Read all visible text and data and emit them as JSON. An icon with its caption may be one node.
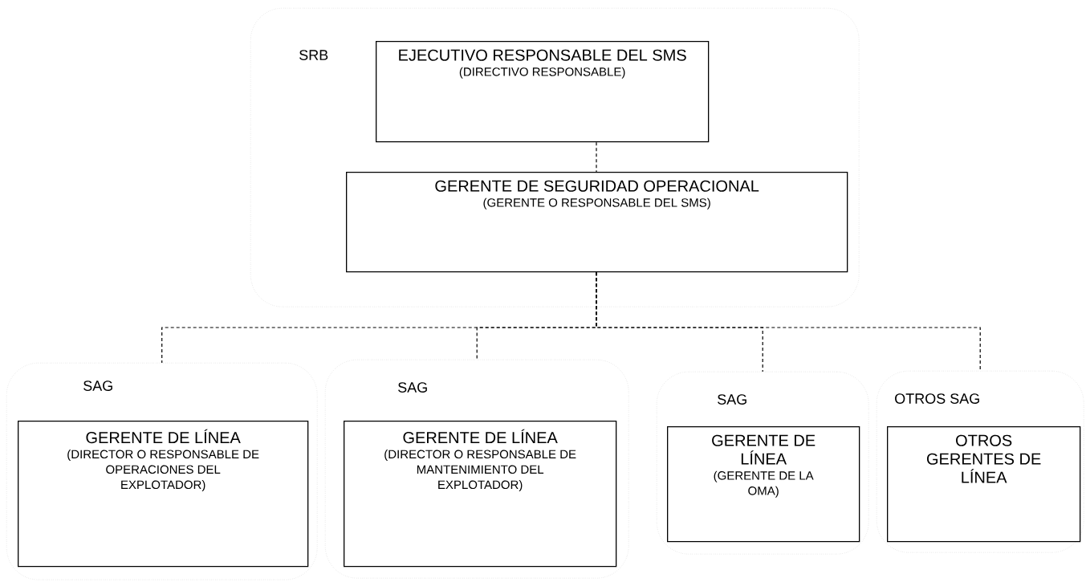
{
  "diagram": {
    "nodes": [
      {
        "text": [
          "SRB"
        ]
      },
      {
        "text": [
          "EJECUTIVO RESPONSABLE DEL SMS",
          "(DIRECTIVO RESPONSABLE)"
        ],
        "in": 0
      },
      {
        "text": [
          "GERENTE DE SEGURIDAD OPERACIONAL",
          "(GERENTE O RESPONSABLE DEL SMS)"
        ],
        "in": 0
      },
      {
        "text": [
          "SAG"
        ]
      },
      {
        "text": [
          "GERENTE DE LÍNEA",
          "(DIRECTOR O RESPONSABLE DE OPERACIONES DEL EXPLOTADOR)"
        ],
        "in": 3
      },
      {
        "text": [
          "SAG"
        ]
      },
      {
        "text": [
          "GERENTE DE LÍNEA",
          "(DIRECTOR O RESPONSABLE DE MANTENIMIENTO DEL EXPLOTADOR)"
        ],
        "in": 5
      },
      {
        "text": [
          "SAG"
        ]
      },
      {
        "text": [
          "GERENTE DE LÍNEA",
          "(GERENTE DE LA OMA)"
        ],
        "in": 7
      },
      {
        "text": [
          "OTROS SAG"
        ]
      },
      {
        "text": [
          "OTROS GERENTES DE LÍNEA"
        ],
        "in": 9
      }
    ],
    "edges": [
      {
        "from": 1,
        "to": 2,
        "arrow": "none",
        "style": "dashed"
      },
      {
        "from": 2,
        "to": 3,
        "arrow": "none",
        "style": "dashed"
      },
      {
        "from": 2,
        "to": 5,
        "arrow": "none",
        "style": "dashed"
      },
      {
        "from": 2,
        "to": 7,
        "arrow": "none",
        "style": "dashed"
      },
      {
        "from": 2,
        "to": 9,
        "arrow": "none",
        "style": "dashed"
      }
    ]
  }
}
